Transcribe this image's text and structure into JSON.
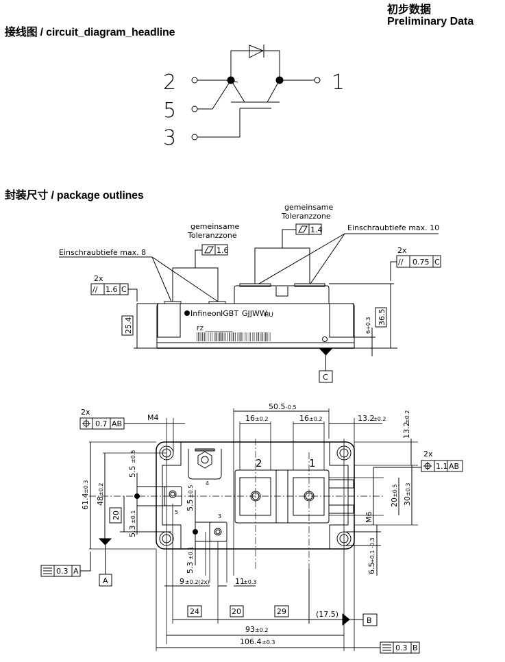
{
  "header": {
    "preliminary_cn": "初步数据",
    "preliminary_en": "Preliminary Data"
  },
  "circuit": {
    "headline": "接线图 / circuit_diagram_headline",
    "pins": [
      "2",
      "5",
      "3",
      "1"
    ]
  },
  "package": {
    "headline": "封装尺寸 / package outlines",
    "side_view": {
      "label_common_zone_left": [
        "gemeinsame",
        "Toleranzzone"
      ],
      "label_common_zone_right": [
        "gemeinsame",
        "Toleranzzone"
      ],
      "flatness_left": "1.6",
      "flatness_right": "1.4",
      "screw_depth_left": "Einschraubtiefe max. 8",
      "screw_depth_right": "Einschraubtiefe max. 10",
      "parallel_left_count": "2x",
      "parallel_left_symbol": "//",
      "parallel_left_value": "1.6",
      "parallel_left_datum": "C",
      "parallel_right_count": "2x",
      "parallel_right_symbol": "//",
      "parallel_right_value": "0.75",
      "parallel_right_datum": "C",
      "dim_height_left": "25.4",
      "dim_height_right": "36.5",
      "dim_base": "6+0.3",
      "brand": "Infineon",
      "type": "IGBT",
      "code": "GJJWW",
      "part": "FZ __________",
      "datum_c": "C"
    },
    "top_view": {
      "pos_tol_left_count": "2x",
      "pos_tol_left_value": "0.7",
      "pos_tol_left_datum": "AB",
      "thread_m4": "M4",
      "dim_50_5": "50.5",
      "dim_50_5_tol": "-0.5",
      "dim_16a": "16",
      "dim_16b": "16",
      "dim_16_tol": "±0.2",
      "dim_13_2_h": "13.2",
      "dim_13_2_v": "13.2",
      "dim_13_2_tol": "±0.2",
      "pos_tol_right_count": "2x",
      "pos_tol_right_value": "1.1",
      "pos_tol_right_datum": "AB",
      "dim_20_5": "20",
      "dim_20_5_tol": "±0.5",
      "dim_30": "30",
      "dim_30_tol": "±0.3",
      "thread_m6": "M6",
      "dim_6_5": "6.5",
      "dim_6_5_tol": "+0.1 -0.3",
      "dim_61_4": "61.4",
      "dim_61_4_tol": "±0.3",
      "dim_48": "48",
      "dim_48_tol": "±0.2",
      "dim_5_5a": "5.5",
      "dim_5_5b": "5.5",
      "dim_5_5_tol": "±0.5",
      "dim_5_3a": "5.3",
      "dim_5_3b": "5.3",
      "dim_5_3_tol": "±0.1",
      "box_20_v": "20",
      "dim_9": "9",
      "dim_9_tol": "±0.2(2x)",
      "dim_11": "11",
      "dim_11_tol": "±0.3",
      "box_24": "24",
      "box_20_h": "20",
      "box_29": "29",
      "dim_17_5": "(17.5)",
      "dim_93": "93",
      "dim_93_tol": "±0.2",
      "dim_106_4": "106.4",
      "dim_106_4_tol": "±0.3",
      "sym_left_value": "0.3",
      "sym_left_datum": "A",
      "sym_right_value": "0.3",
      "sym_right_datum": "B",
      "datum_a": "A",
      "datum_b": "B",
      "terminal_labels": [
        "2",
        "1",
        "4",
        "5",
        "3"
      ]
    }
  }
}
